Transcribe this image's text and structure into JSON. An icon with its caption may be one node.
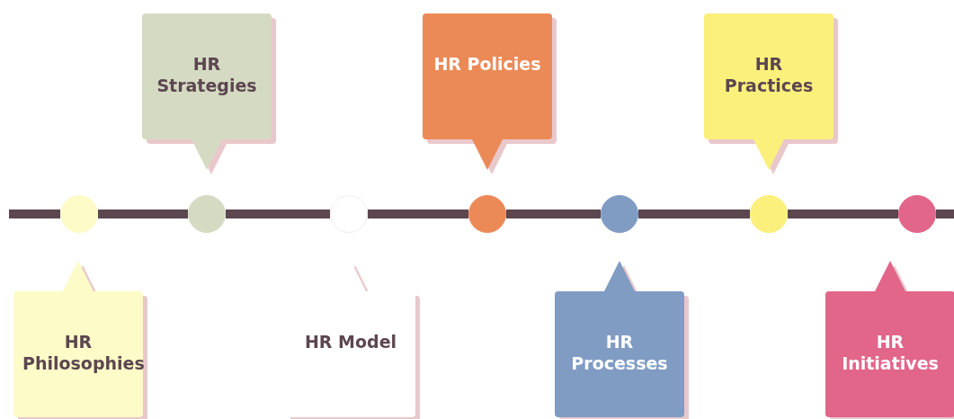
{
  "diagram": {
    "nodes": [
      {
        "text": [
          "HR Strategies"
        ]
      },
      {
        "text": [
          "HR Policies"
        ]
      },
      {
        "text": [
          "HR Practices"
        ]
      },
      {
        "text": [],
        "shape": "circle"
      },
      {
        "text": [],
        "shape": "circle"
      },
      {
        "text": [],
        "shape": "circle"
      },
      {
        "text": [],
        "shape": "circle"
      },
      {
        "text": [],
        "shape": "circle"
      },
      {
        "text": [],
        "shape": "circle"
      },
      {
        "text": [],
        "shape": "circle"
      },
      {
        "text": [
          "HR Philosophies"
        ]
      },
      {
        "text": [
          "HR Model"
        ]
      },
      {
        "text": [
          "HR Processes"
        ]
      },
      {
        "text": [
          "HR Initiatives"
        ]
      }
    ],
    "edges": [
      {
        "from": 3,
        "to": 4,
        "arrow": "none"
      },
      {
        "from": 4,
        "to": 5,
        "arrow": "none"
      },
      {
        "from": 5,
        "to": 6,
        "arrow": "none"
      },
      {
        "from": 6,
        "to": 7,
        "arrow": "none"
      },
      {
        "from": 7,
        "to": 8,
        "arrow": "none"
      },
      {
        "from": 8,
        "to": 9,
        "arrow": "none"
      }
    ]
  }
}
